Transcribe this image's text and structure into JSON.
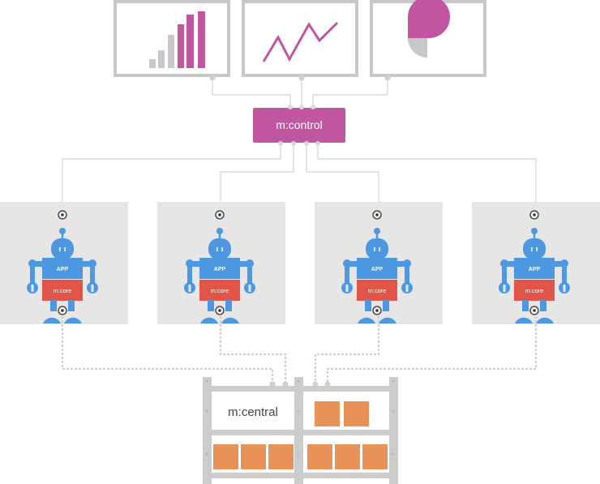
{
  "control": {
    "label": "m:control"
  },
  "central": {
    "label": "m:central"
  },
  "robot": {
    "app_label": "APP",
    "core_label": "m:core"
  },
  "monitors": [
    {
      "name": "bar-chart-monitor",
      "icon": "bar-chart-icon"
    },
    {
      "name": "line-chart-monitor",
      "icon": "line-chart-icon"
    },
    {
      "name": "pie-chart-monitor",
      "icon": "pie-chart-icon"
    }
  ],
  "colors": {
    "accent": "#c0569f",
    "robot": "#4d98e0",
    "core": "#e05547",
    "block": "#e8925a",
    "frame": "#c8c8c8",
    "panel": "#e6e6e6",
    "line": "#c8c8c8"
  }
}
